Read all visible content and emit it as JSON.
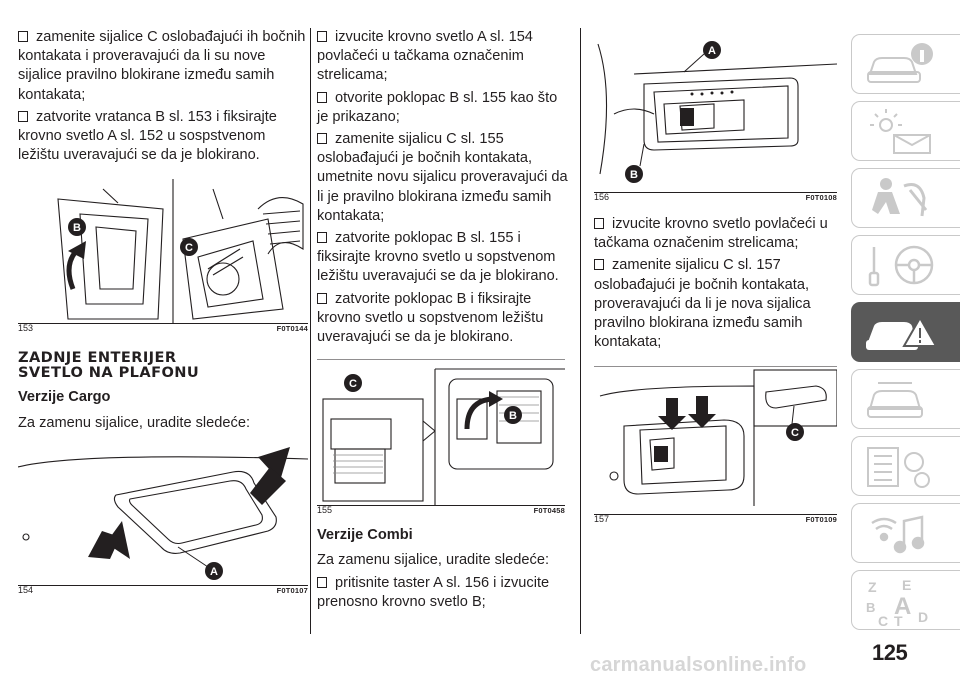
{
  "column1": {
    "paragraphs": [
      "zamenite sijalice C oslobađajući ih bočnih kontakata i proveravajući da li su nove sijalice pravilno blokirane između samih kontakata;",
      "zatvorite vratanca B sl. 153 i fiksirajte krovno svetlo A sl. 152 u sospstvenom ležištu uveravajući se da je blokirano."
    ],
    "figure153": {
      "number": "153",
      "code": "F0T0144",
      "labels": [
        "B",
        "C"
      ]
    },
    "section_title_line1": "ZADNJE ENTERIJER",
    "section_title_line2": "SVETLO NA PLAFONU",
    "subheading": "Verzije Cargo",
    "intro": "Za zamenu sijalice, uradite sledeće:",
    "figure154": {
      "number": "154",
      "code": "F0T0107",
      "labels": [
        "A"
      ]
    }
  },
  "column2": {
    "paragraphs": [
      "izvucite krovno svetlo A sl. 154 povlačeći u tačkama označenim strelicama;",
      "otvorite poklopac B sl. 155 kao što je prikazano;",
      "zamenite sijalicu C sl. 155 oslobađajući je bočnih kontakata, umetnite novu sijalicu proveravajući da li je pravilno blokirana između samih kontakata;",
      "zatvorite poklopac B sl. 155 i fiksirajte krovno svetlo u sopstvenom ležištu uveravajući se da je blokirano.",
      "zatvorite poklopac B i fiksirajte krovno svetlo u sopstvenom ležištu uveravajući se da je blokirano."
    ],
    "figure155": {
      "number": "155",
      "code": "F0T0458",
      "labels": [
        "C",
        "B"
      ]
    },
    "subheading": "Verzije Combi",
    "intro": "Za zamenu sijalice, uradite sledeće:",
    "paragraph_last": "pritisnite taster A sl. 156 i izvucite prenosno krovno svetlo B;"
  },
  "column3": {
    "figure156": {
      "number": "156",
      "code": "F0T0108",
      "labels": [
        "A",
        "B"
      ]
    },
    "paragraphs": [
      "izvucite krovno svetlo povlačeći u tačkama označenim strelicama;",
      "zamenite sijalicu C sl. 157 oslobađajući je bočnih kontakata, proveravajući da li je nova sijalica pravilno blokirana između samih kontakata;"
    ],
    "figure157": {
      "number": "157",
      "code": "F0T0109",
      "labels": [
        "C"
      ]
    }
  },
  "sidebar": {
    "tabs": [
      {
        "icon": "car-info-icon",
        "active": false
      },
      {
        "icon": "warning-lights-icon",
        "active": false
      },
      {
        "icon": "airbag-seat-icon",
        "active": false
      },
      {
        "icon": "key-steering-wheel-icon",
        "active": false
      },
      {
        "icon": "car-emergency-icon",
        "active": true
      },
      {
        "icon": "car-maintenance-icon",
        "active": false
      },
      {
        "icon": "specs-gears-icon",
        "active": false
      },
      {
        "icon": "multimedia-icon",
        "active": false
      }
    ],
    "index_letters": [
      "Z",
      "E",
      "B",
      "A",
      "C",
      "T",
      "D"
    ]
  },
  "colors": {
    "text": "#231f20",
    "tab_active": "#595959",
    "tab_border": "#c9c9c9",
    "label_fill": "#231f20"
  },
  "page_number": "125",
  "watermark": "carmanualsonline.info"
}
